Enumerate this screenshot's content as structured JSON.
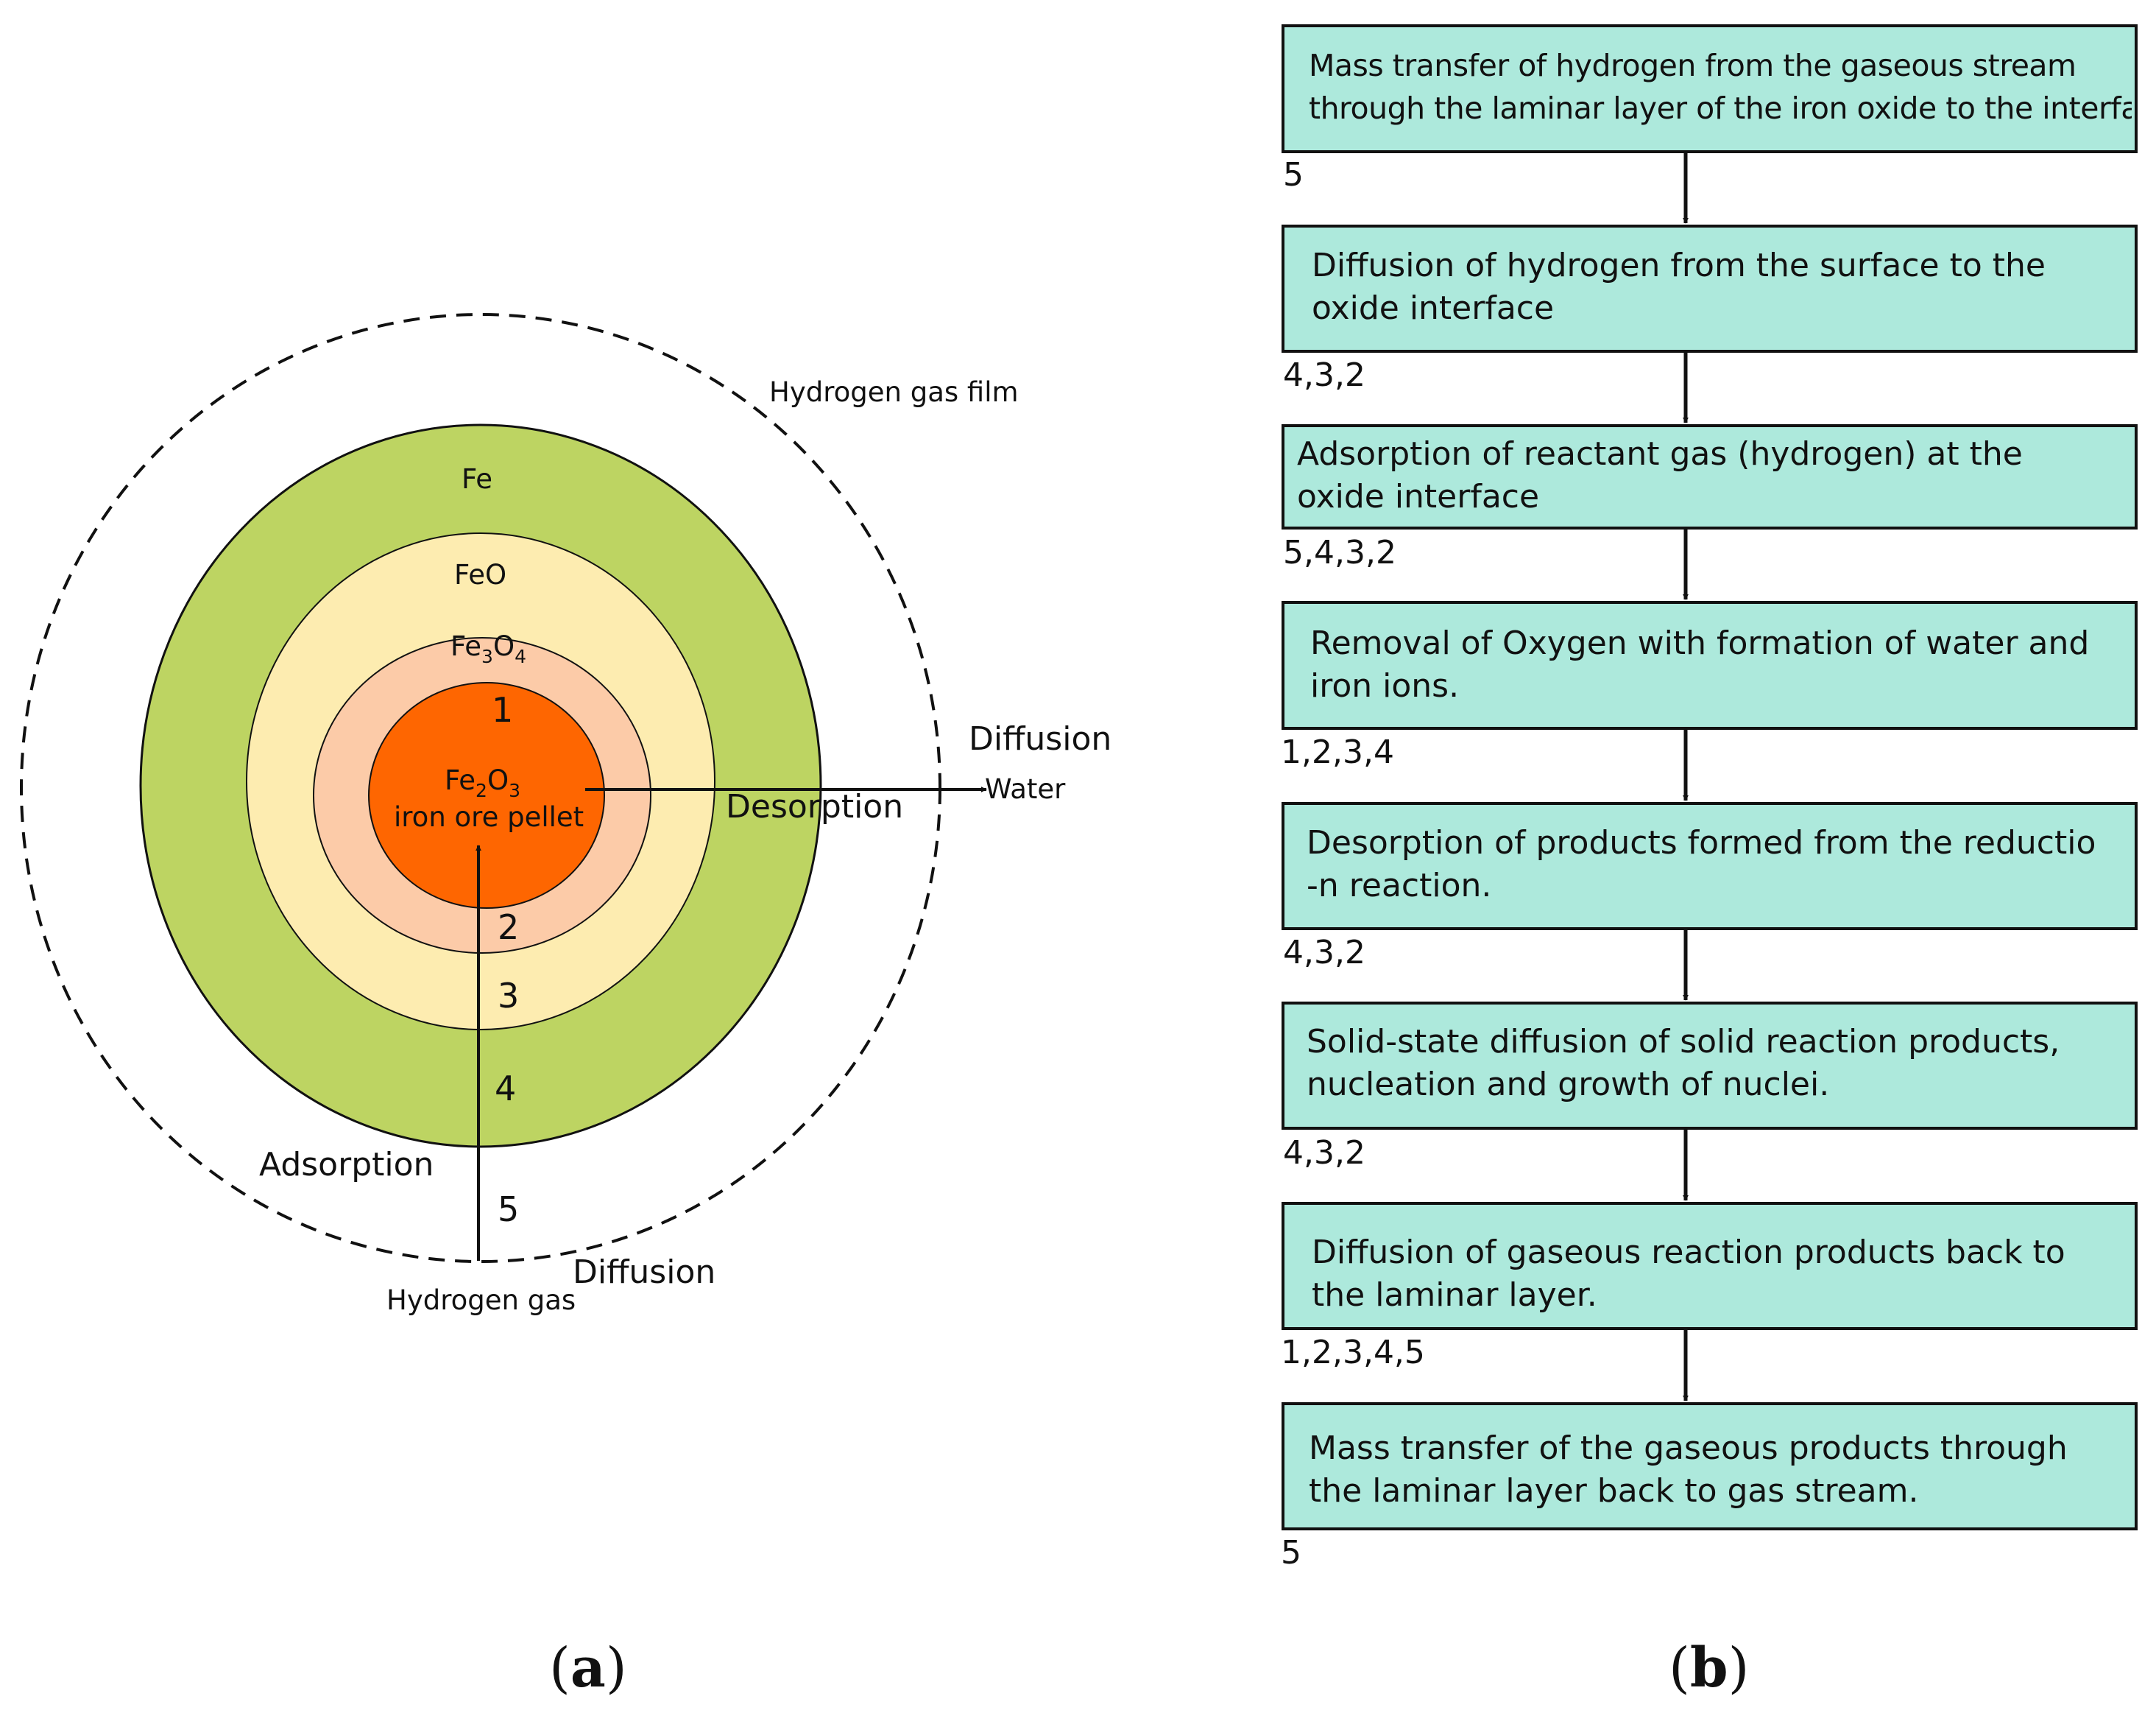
{
  "colors": {
    "fe_layer": "#bdd462",
    "feo_layer": "#fdecb0",
    "fe3o4_layer": "#fccba8",
    "fe2o3_core": "#fe6601",
    "box_fill": "#ade9dc",
    "stroke": "#111111"
  },
  "panel_a": {
    "gas_film_label": "Hydrogen gas film",
    "layer_fe": "Fe",
    "layer_feo": "FeO",
    "layer_fe3o4": {
      "base": "Fe",
      "sub1": "3",
      "mid": "O",
      "sub2": "4"
    },
    "core_formula": {
      "base": "Fe",
      "sub1": "2",
      "mid": "O",
      "sub2": "3"
    },
    "core_label": "iron ore pellet",
    "num_1": "1",
    "num_2": "2",
    "num_3": "3",
    "num_4": "4",
    "num_5": "5",
    "diffusion_top": "Diffusion",
    "desorption": "Desorption",
    "water": "Water",
    "adsorption": "Adsorption",
    "diffusion_bottom": "Diffusion",
    "hydrogen_gas": "Hydrogen gas",
    "caption_open": "(",
    "caption_letter": "a",
    "caption_close": ")"
  },
  "panel_b": {
    "steps": [
      {
        "line1": "Mass transfer of hydrogen from the gaseous stream",
        "line2": "through the laminar layer of the iron oxide to the interface",
        "layers": "5"
      },
      {
        "line1": "Diffusion of hydrogen from the surface to the",
        "line2": "oxide interface",
        "layers": "4,3,2"
      },
      {
        "line1": "Adsorption of reactant gas (hydrogen) at the",
        "line2": "oxide interface",
        "layers": "5,4,3,2"
      },
      {
        "line1": "Removal of Oxygen with formation of water and",
        "line2": "iron ions.",
        "layers": "1,2,3,4"
      },
      {
        "line1": "Desorption of products formed from the reductio",
        "line2": "-n reaction.",
        "layers": "4,3,2"
      },
      {
        "line1": "Solid-state diffusion of solid reaction products,",
        "line2": "nucleation and growth of nuclei.",
        "layers": "4,3,2"
      },
      {
        "line1": "Diffusion of gaseous reaction products back to",
        "line2": "the laminar layer.",
        "layers": "1,2,3,4,5"
      },
      {
        "line1": "Mass transfer of the gaseous products through",
        "line2": "the laminar layer back to gas stream.",
        "layers": "5"
      }
    ],
    "caption_open": "(",
    "caption_letter": "b",
    "caption_close": ")"
  }
}
